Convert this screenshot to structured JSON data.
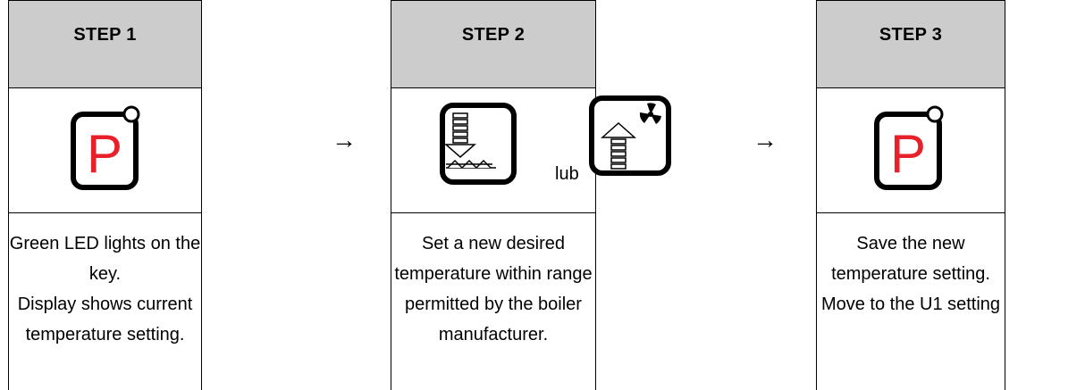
{
  "steps": [
    {
      "title": "STEP 1",
      "icon": "p-key-icon",
      "desc_lines": [
        "Green LED lights on the",
        "key.",
        "Display shows current",
        "temperature setting."
      ]
    },
    {
      "title": "STEP 2",
      "icon_left": "down-arrow-key-icon",
      "connector": "lub",
      "icon_right": "up-arrow-fan-key-icon",
      "desc_lines": [
        "Set a new desired",
        "temperature within range",
        "permitted by the boiler",
        "manufacturer."
      ]
    },
    {
      "title": "STEP 3",
      "icon": "p-key-icon",
      "desc_lines": [
        "Save the new",
        "temperature setting.",
        "Move to the U1 setting"
      ]
    }
  ],
  "arrows": [
    "→",
    "→"
  ],
  "colors": {
    "header_bg": "#cccccc",
    "p_letter": "#e8202a"
  }
}
